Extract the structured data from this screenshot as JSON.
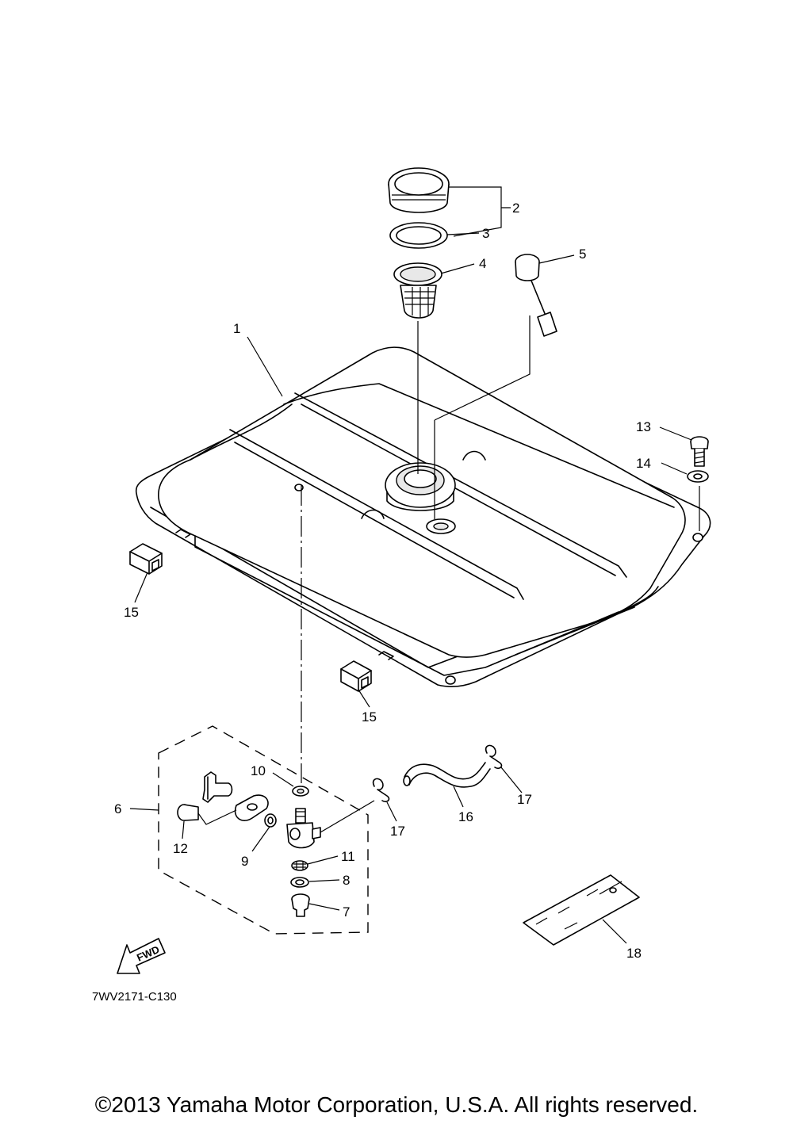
{
  "diagram": {
    "part_labels": [
      "1",
      "2",
      "3",
      "4",
      "5",
      "6",
      "7",
      "8",
      "9",
      "10",
      "11",
      "12",
      "13",
      "14",
      "15",
      "15",
      "16",
      "17",
      "17",
      "18"
    ],
    "direction_label": "FWD",
    "drawing_code": "7WV2171-C130"
  },
  "footer": {
    "copyright": "©2013 Yamaha Motor Corporation, U.S.A. All rights reserved."
  }
}
